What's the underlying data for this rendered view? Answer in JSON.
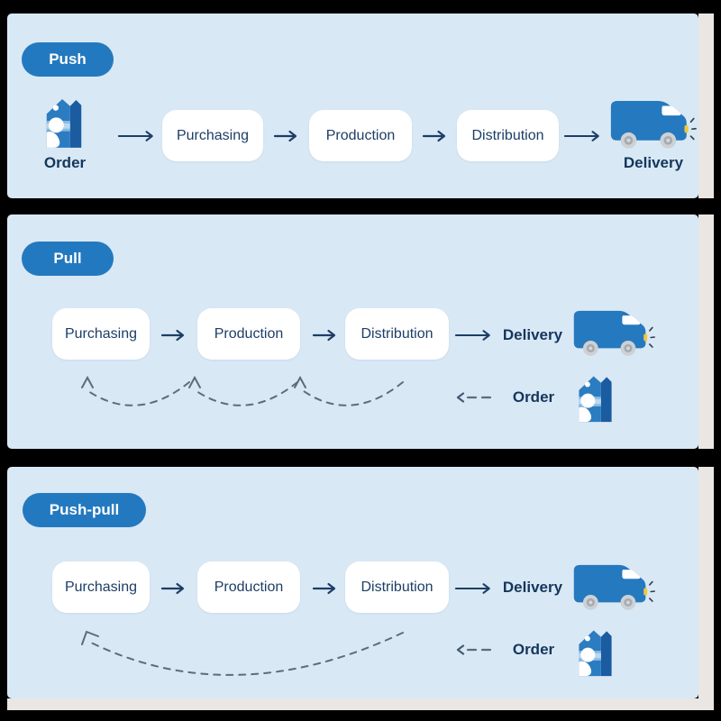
{
  "colors": {
    "background": "#000000",
    "panel_background": "#D9E8F5",
    "accent_blue": "#2379BF",
    "navy_text": "#14365C",
    "solid_arrow": "#1C3E66",
    "dashed_arrow_gray": "#5C6C7B",
    "stage_box_white": "#FFFFFF",
    "truck_blue": "#2579BE",
    "wheel_gray": "#CDD1D5",
    "headlight_yellow": "#F2C63D",
    "next_slide_peek": "#E9E6E3"
  },
  "panels": [
    {
      "badge": "Push",
      "order_label": "Order",
      "stages": [
        "Purchasing",
        "Production",
        "Distribution"
      ],
      "delivery_label": "Delivery"
    },
    {
      "badge": "Pull",
      "stages": [
        "Purchasing",
        "Production",
        "Distribution"
      ],
      "delivery_label": "Delivery",
      "order_label": "Order"
    },
    {
      "badge": "Push-pull",
      "stages": [
        "Purchasing",
        "Production",
        "Distribution"
      ],
      "delivery_label": "Delivery",
      "order_label": "Order"
    }
  ]
}
